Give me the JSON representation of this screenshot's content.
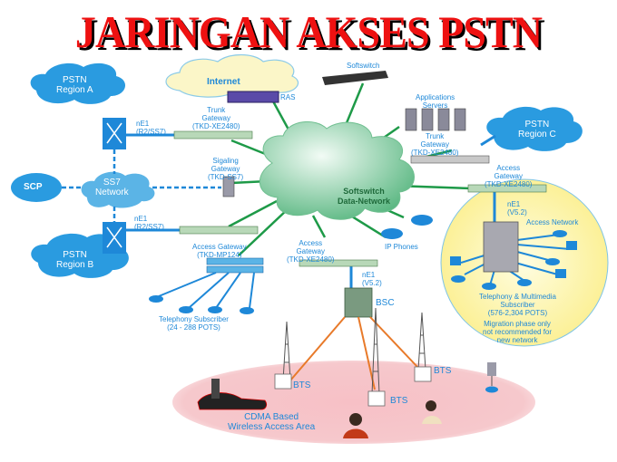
{
  "title": "JARINGAN AKSES PSTN",
  "colors": {
    "title_red": "#ee1111",
    "title_shadow": "#000000",
    "label_blue": "#1e88d8",
    "cloud_blue": "#2a9be0",
    "internet_cloud": "#fbf6c8",
    "softswitch_cloud": "#8ed0a8",
    "green_link": "#1e9a48",
    "orange_link": "#e87a2a",
    "access_circle": "#fdf6a8",
    "wireless_area": "#f6c6ca"
  },
  "clouds": {
    "internet": "Internet",
    "pstn_a": [
      "PSTN",
      "Region A"
    ],
    "pstn_b": [
      "PSTN",
      "Region B"
    ],
    "pstn_c": [
      "PSTN",
      "Region C"
    ],
    "scp": "SCP",
    "ss7": [
      "SS7",
      "Network"
    ],
    "softswitch_net": [
      "Softswitch",
      "Data-Network"
    ]
  },
  "nodes": {
    "softswitch": "Softswitch",
    "ras": "RAS",
    "app_servers": [
      "Applications",
      "Servers"
    ],
    "trunk_gw_left": [
      "Trunk",
      "Gateway",
      "(TKD-XE2480)"
    ],
    "trunk_gw_right": [
      "Trunk",
      "Gateway",
      "(TKD-XE2480)"
    ],
    "signaling_gw": [
      "Sigaling",
      "Gateway",
      "(TKD-SS7)"
    ],
    "access_gw_mp": [
      "Access Gateway",
      "(TKD-MP124)"
    ],
    "access_gw_bsc": [
      "Access",
      "Gateway",
      "(TKD-XE2480)"
    ],
    "access_gw_right": [
      "Access",
      "Gateway",
      "(TKD-XE2480)"
    ],
    "ne1_a": [
      "nE1",
      "(R2/SS7)"
    ],
    "ne1_b": [
      "nE1",
      "(R2/SS7)"
    ],
    "ne1_bsc": [
      "nE1",
      "(V5.2)"
    ],
    "ne1_an": [
      "nE1",
      "(V5.2)"
    ],
    "ip_phones": "IP Phones",
    "bsc": "BSC",
    "bts": [
      "BTS",
      "BTS",
      "BTS"
    ],
    "access_network": "Access Network",
    "telephony_subscriber": [
      "Telephony Subscriber",
      "(24 - 288 POTS)"
    ],
    "multimedia_subscriber": [
      "Telephony & Multimedia",
      "Subscriber",
      "(576-2,304 POTS)"
    ],
    "migration_note": [
      "Migration phase only",
      "not recommended for",
      "new network"
    ],
    "cdma_area": [
      "CDMA Based",
      "Wireless  Access Area"
    ]
  }
}
